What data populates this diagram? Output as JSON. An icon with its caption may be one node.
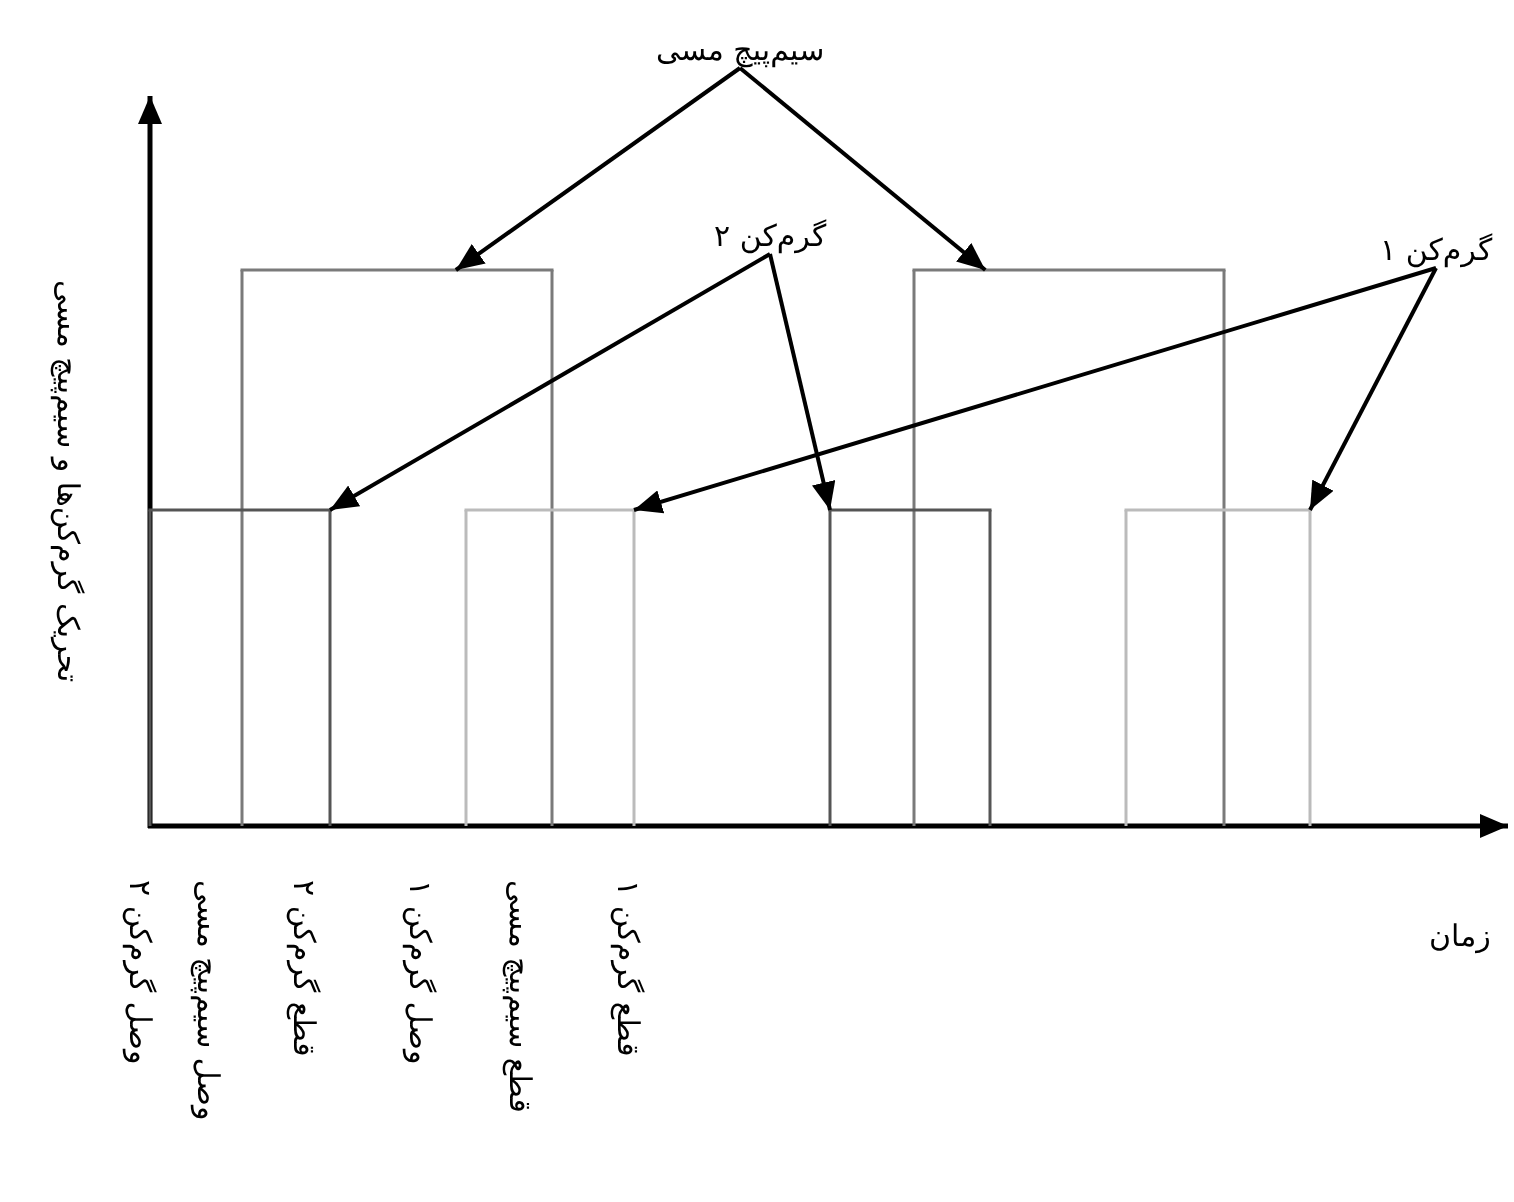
{
  "diagram": {
    "nodes": [
      {
        "text": [
          "سیم‌پیچ مسی"
        ]
      },
      {
        "text": [
          "گرم‌کن ۲"
        ]
      },
      {
        "text": [
          "گرم‌کن ۱"
        ]
      },
      {
        "text": [],
        "shape": "box"
      },
      {
        "text": [],
        "shape": "box"
      },
      {
        "text": [],
        "shape": "box"
      },
      {
        "text": [],
        "shape": "box"
      },
      {
        "text": [],
        "shape": "box"
      },
      {
        "text": [],
        "shape": "box"
      }
    ],
    "edges": [
      {
        "from": 0,
        "to": 4,
        "arrow": "to"
      },
      {
        "from": 0,
        "to": 7,
        "arrow": "to"
      },
      {
        "from": 1,
        "to": 3,
        "arrow": "to"
      },
      {
        "from": 1,
        "to": 6,
        "arrow": "to"
      },
      {
        "from": 2,
        "to": 5,
        "arrow": "to"
      },
      {
        "from": 2,
        "to": 8,
        "arrow": "to"
      }
    ],
    "labels": [
      "تحریک گرم‌کن‌ها و سیم‌پیچ مسی",
      "زمان",
      "وصل گرم‌کن ۲",
      "وصل سیم‌پیچ مسی",
      "قطع گرم‌کن ۲",
      "وصل گرم‌کن ۱",
      "قطع سیم‌پیچ مسی",
      "قطع گرم‌کن ۱"
    ]
  }
}
